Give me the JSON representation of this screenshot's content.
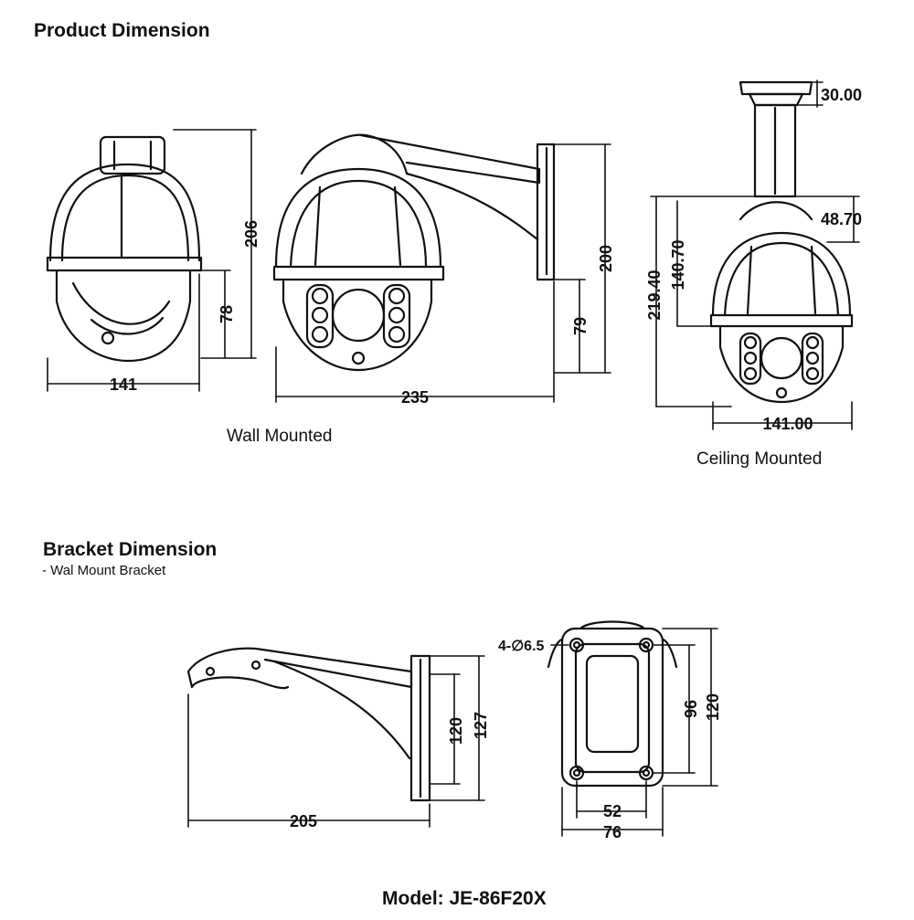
{
  "headings": {
    "product": "Product Dimension",
    "bracket": "Bracket Dimension",
    "bracket_sub": "- Wal Mount Bracket"
  },
  "captions": {
    "wall": "Wall Mounted",
    "ceiling": "Ceiling Mounted"
  },
  "model": "Model: JE-86F20X",
  "dims": {
    "side_height": "206",
    "side_lower": "78",
    "side_width": "141",
    "wall_height": "200",
    "wall_lower": "79",
    "wall_width": "235",
    "ceil_top": "30.00",
    "ceil_upper": "48.70",
    "ceil_mid": "140.70",
    "ceil_total": "219.40",
    "ceil_width": "141.00",
    "bracket_plate": "120",
    "bracket_outer": "127",
    "bracket_length": "205",
    "holes": "4-∅6.5",
    "plate_inner_h": "96",
    "plate_outer_h": "120",
    "plate_inner_w": "52",
    "plate_outer_w": "76"
  }
}
